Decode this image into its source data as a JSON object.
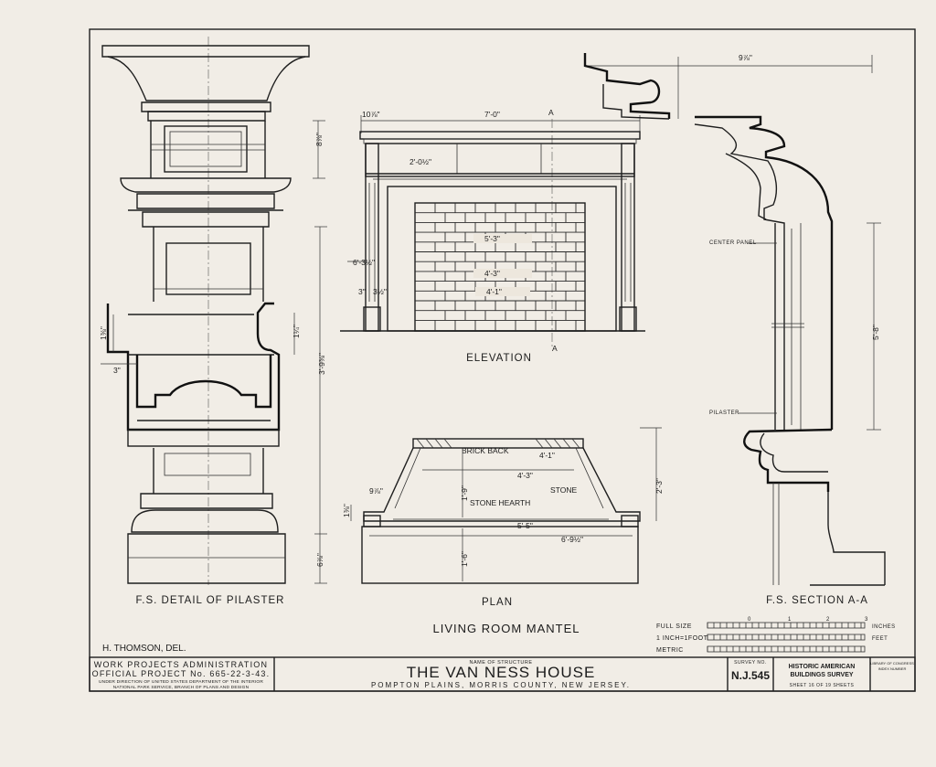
{
  "drawing": {
    "title_captions": {
      "pilaster": "F.S. DETAIL OF PILASTER",
      "elevation": "ELEVATION",
      "plan": "PLAN",
      "section": "F.S. SECTION A-A",
      "sheet_title": "LIVING ROOM MANTEL",
      "delineator": "H. THOMSON, DEL."
    },
    "dimensions": {
      "pilaster_top": "8⅞\"",
      "pilaster_overall": "3'-9⅜\"",
      "pilaster_base": "6⅞\"",
      "pilaster_side": "1⅜\"",
      "pilaster_return": "3\"",
      "pilaster_depth": "1¼\"",
      "elev_width": "7'-0\"",
      "elev_side": "10⅞\"",
      "elev_frieze": "2'-0½\"",
      "elev_center": "5'-3\"",
      "elev_opening": "4'-3\"",
      "elev_inner": "4'-1\"",
      "elev_h1": "6'-3½\"",
      "elev_left_a": "3\"",
      "elev_left_b": "3½\"",
      "plan_back": "4'-1\"",
      "plan_hearth": "4'-3\"",
      "plan_front": "5'-5\"",
      "plan_overall": "6'-9½\"",
      "plan_depth": "1'-9\"",
      "plan_hearth_depth": "1'-6\"",
      "plan_height": "2'-3\"",
      "plan_left": "9⅞\"",
      "plan_side": "1⅜\"",
      "section_top": "9⅞\"",
      "section_height": "5'-8\""
    },
    "annotations": {
      "section_marker": "A",
      "brick_back": "BRICK BACK",
      "stone": "STONE",
      "stone_hearth": "STONE HEARTH",
      "center_panel": "CENTER PANEL",
      "pilaster": "PILASTER"
    },
    "scales": {
      "full_size": "FULL SIZE",
      "inch_foot": "1 INCH=1FOOT",
      "metric": "METRIC",
      "unit_inches": "INCHES",
      "unit_feet": "FEET",
      "ticks": [
        "0",
        "1",
        "2",
        "3"
      ]
    }
  },
  "title_block": {
    "agency_line1": "WORK PROJECTS ADMINISTRATION",
    "agency_line2": "OFFICIAL PROJECT No. 665-22-3-43.",
    "agency_line3": "UNDER DIRECTION OF UNITED STATES DEPARTMENT OF THE INTERIOR",
    "agency_line4": "NATIONAL PARK SERVICE, BRANCH OF PLANS AND DESIGN",
    "name_label": "NAME OF STRUCTURE",
    "structure_name": "THE VAN NESS HOUSE",
    "location": "POMPTON PLAINS,    MORRIS COUNTY,    NEW JERSEY.",
    "survey_label": "SURVEY NO.",
    "survey_no": "N.J.545",
    "habs_line1": "HISTORIC AMERICAN",
    "habs_line2": "BUILDINGS SURVEY",
    "sheet_info": "SHEET 16   OF 19   SHEETS",
    "loc_line1": "LIBRARY OF CONGRESS",
    "loc_line2": "INDEX NUMBER"
  }
}
